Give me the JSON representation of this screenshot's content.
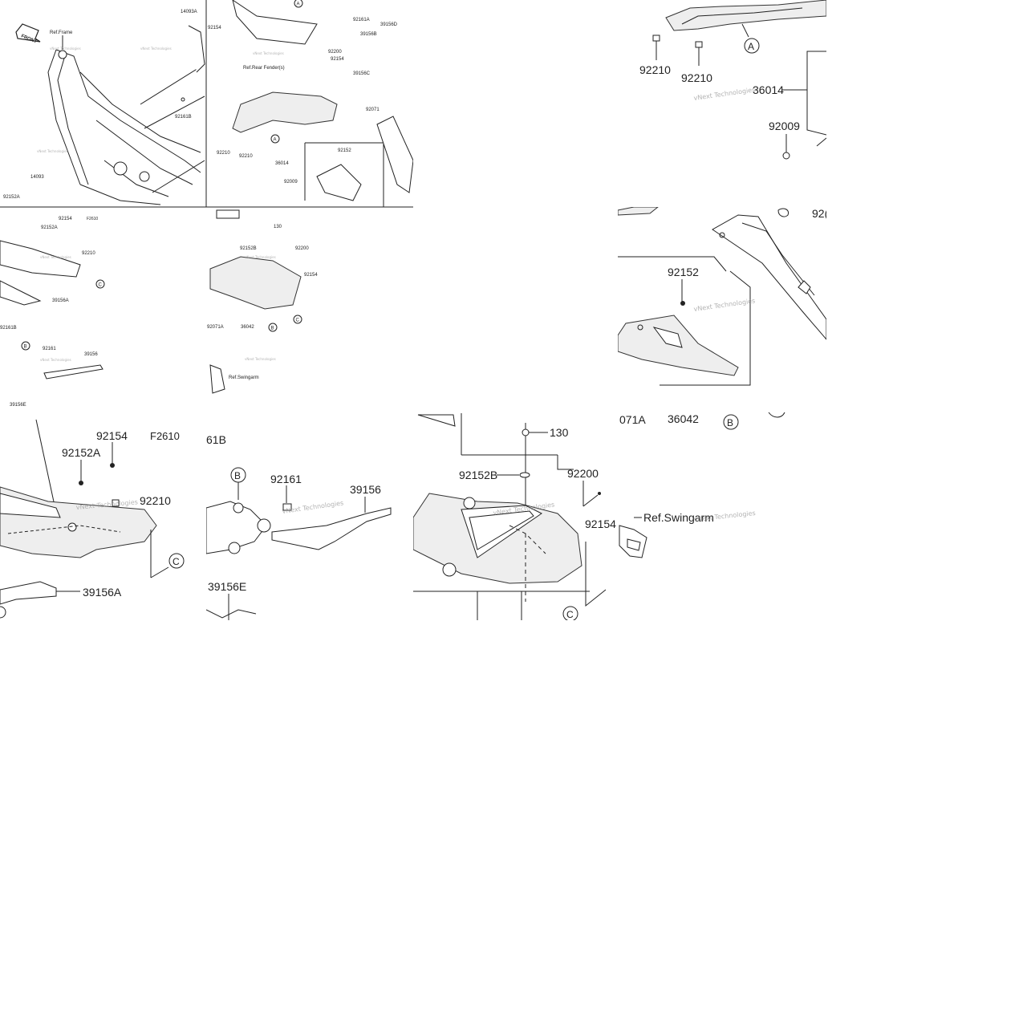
{
  "tile_overview": {
    "front": "FRONT",
    "ref_frame": "Ref.Frame",
    "ref_rear_fender": "Ref.Rear Fender(s)",
    "ref_swingarm": "Ref.Swingarm",
    "watermark": "vNext Technologies",
    "circle_a": "A",
    "circle_b": "B",
    "circle_c": "C",
    "parts": {
      "p14093A": "14093A",
      "p92154": "92154",
      "p92161B": "92161B",
      "p14093": "14093",
      "p92152A": "92152A",
      "p92161A": "92161A",
      "p39156D": "39156D",
      "p39156B": "39156B",
      "p92200": "92200",
      "p39156C": "39156C",
      "p92071": "92071",
      "p92210": "92210",
      "p36014": "36014",
      "p92152": "92152",
      "p92009": "92009",
      "pF2610": "F2610",
      "p39156A": "39156A",
      "p130": "130",
      "p92152B": "92152B",
      "p92071A": "92071A",
      "p36042": "36042",
      "p92161": "92161",
      "p39156": "39156",
      "p39156E": "39156E"
    }
  },
  "tile_rear_frame": {
    "p92210_a": "92210",
    "p92210_b": "92210",
    "circle_a": "A",
    "p36014": "36014",
    "p92009": "92009",
    "watermark": "vNext Technologies"
  },
  "tile_side_cover": {
    "p92152": "92152",
    "watermark": "vNext Technologies",
    "p071A": "071A",
    "p36042": "36042",
    "circle_b": "B",
    "p92_partial": "92("
  },
  "tile_left_cover": {
    "p92154": "92154",
    "pF2610": "F2610",
    "p92152A": "92152A",
    "p92210": "92210",
    "circle_c": "C",
    "p39156A": "39156A",
    "watermark": "vNext Technologies"
  },
  "tile_seat_strip": {
    "p61B": "61B",
    "circle_b": "B",
    "p92161": "92161",
    "p39156": "39156",
    "p39156E": "39156E",
    "watermark": "vNext Technologies"
  },
  "tile_fender": {
    "p130": "130",
    "p92152B": "92152B",
    "p92200": "92200",
    "p92154": "92154",
    "circle_c": "C",
    "watermark": "vNext Technologies"
  },
  "tile_swingarm_ref": {
    "ref_swingarm": "Ref.Swingarm",
    "watermark": "vNext Technologies"
  }
}
